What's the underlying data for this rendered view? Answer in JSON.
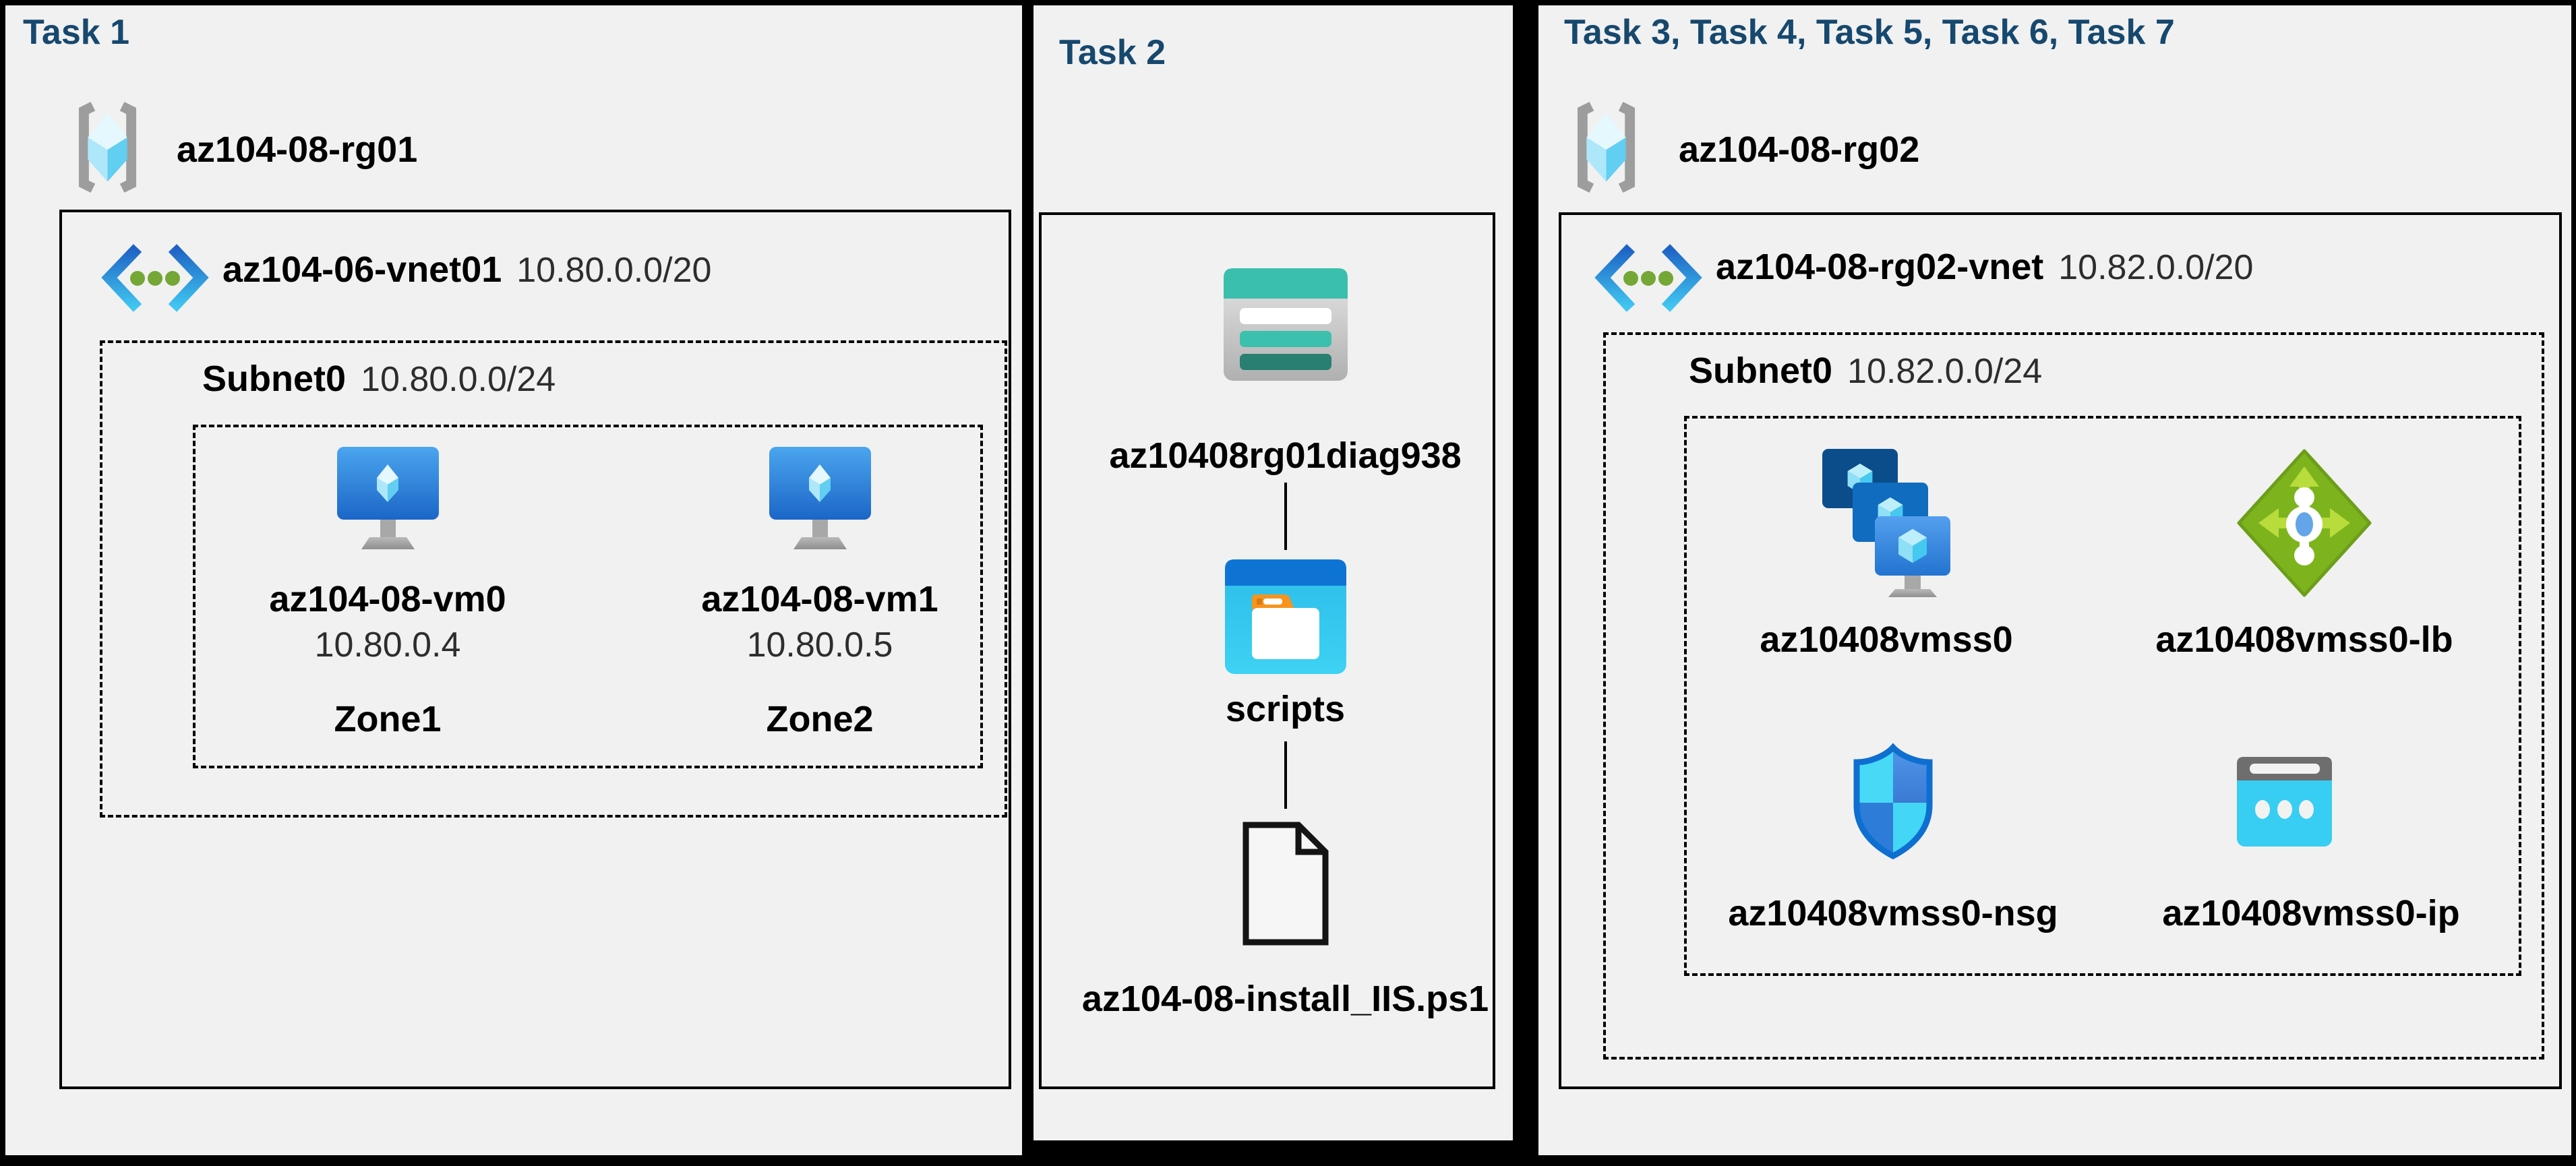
{
  "colors": {
    "page_bg": "#000000",
    "panel_bg": "#f1f1f1",
    "title_navy": "#17486e",
    "label_black": "#000000",
    "secondary_text": "#2d2d2d",
    "vm_blue": "#1b66c8",
    "teal_storage": "#3bbfad",
    "folder_cyan": "#2ec4ed",
    "lb_green": "#7db41e",
    "shield_blue": "#0e6fd0",
    "ip_cyan": "#38cdf2"
  },
  "panels": [
    {
      "title": "Task 1",
      "resource_group": {
        "icon": "resource-group-icon",
        "name": "az104-08-rg01"
      },
      "vnet": {
        "icon": "virtual-network-icon",
        "name": "az104-06-vnet01",
        "cidr": "10.80.0.0/20"
      },
      "subnet": {
        "name": "Subnet0",
        "cidr": "10.80.0.0/24"
      },
      "vms": [
        {
          "icon": "virtual-machine-icon",
          "name": "az104-08-vm0",
          "ip": "10.80.0.4",
          "zone": "Zone1"
        },
        {
          "icon": "virtual-machine-icon",
          "name": "az104-08-vm1",
          "ip": "10.80.0.5",
          "zone": "Zone2"
        }
      ]
    },
    {
      "title": "Task 2",
      "storage_account": {
        "icon": "storage-account-icon",
        "name": "az10408rg01diag938"
      },
      "container": {
        "icon": "blob-container-icon",
        "name": "scripts"
      },
      "file": {
        "icon": "file-icon",
        "name": "az104-08-install_IIS.ps1"
      }
    },
    {
      "title": "Task 3, Task 4, Task 5, Task 6, Task 7",
      "resource_group": {
        "icon": "resource-group-icon",
        "name": "az104-08-rg02"
      },
      "vnet": {
        "icon": "virtual-network-icon",
        "name": "az104-08-rg02-vnet",
        "cidr": "10.82.0.0/20"
      },
      "subnet": {
        "name": "Subnet0",
        "cidr": "10.82.0.0/24"
      },
      "resources": [
        {
          "icon": "vm-scale-set-icon",
          "name": "az10408vmss0"
        },
        {
          "icon": "load-balancer-icon",
          "name": "az10408vmss0-lb"
        },
        {
          "icon": "network-security-group-icon",
          "name": "az10408vmss0-nsg"
        },
        {
          "icon": "public-ip-icon",
          "name": "az10408vmss0-ip"
        }
      ]
    }
  ]
}
